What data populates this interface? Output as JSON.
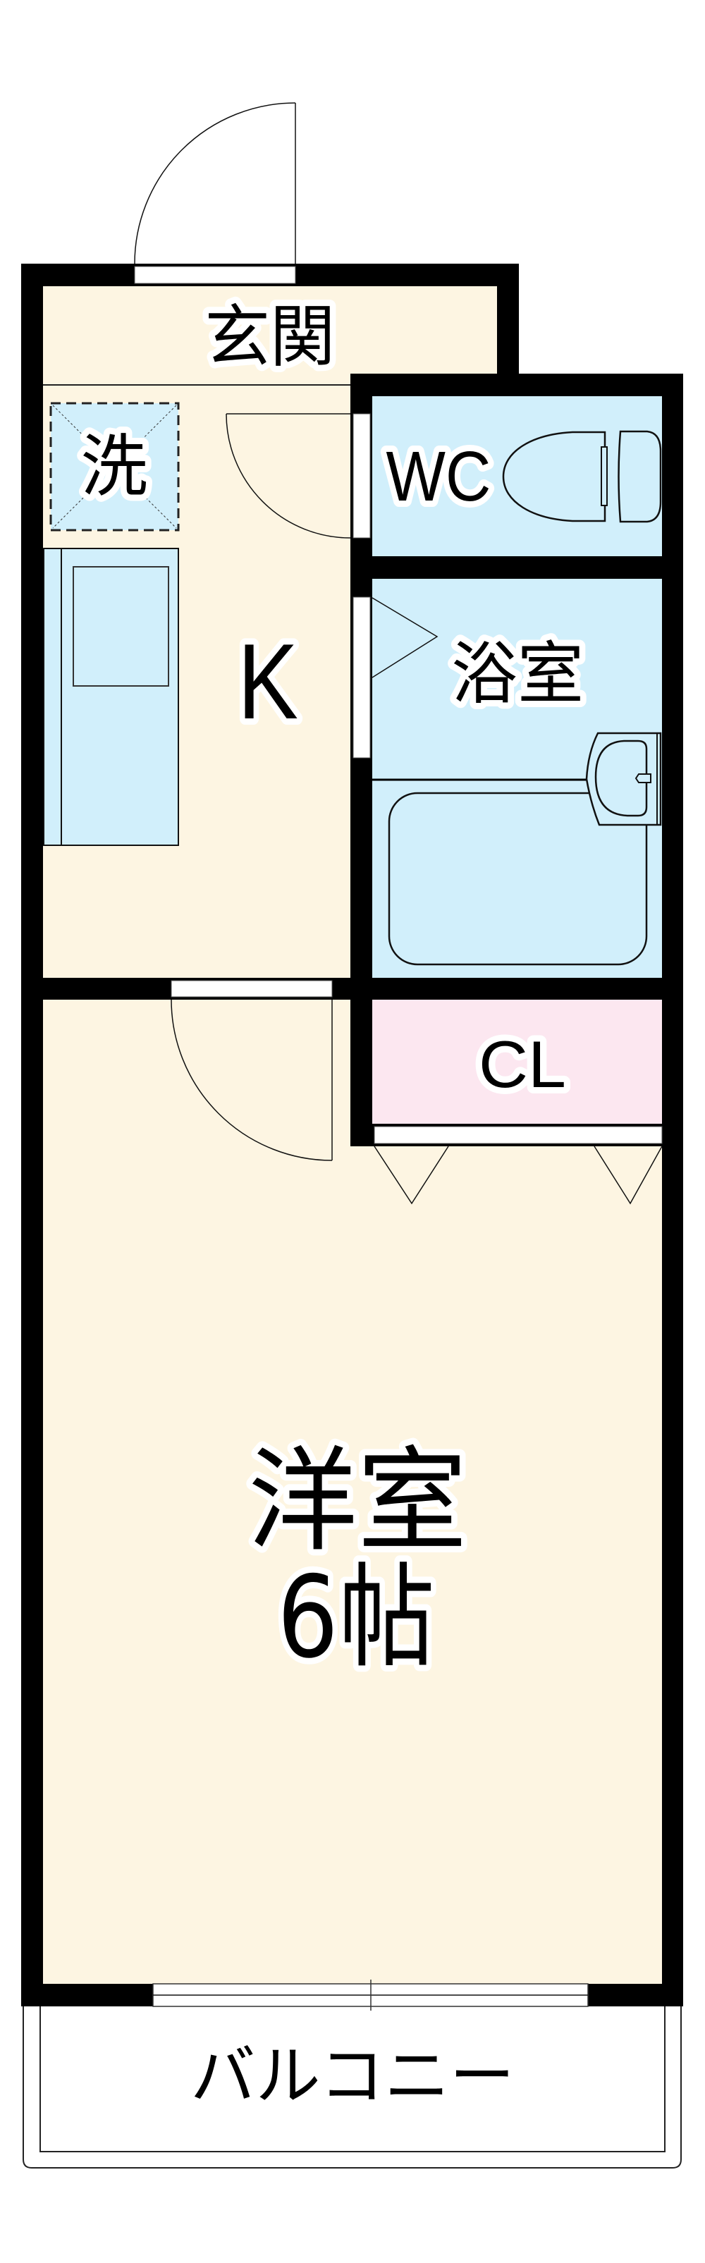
{
  "plan": {
    "labels": {
      "entrance": "玄関",
      "washer": "洗",
      "kitchen": "K",
      "toilet": "WC",
      "bath": "浴室",
      "closet": "CL",
      "bedroom_name": "洋室",
      "bedroom_size": "6帖",
      "balcony": "バルコニー"
    }
  },
  "colors": {
    "floor": "#FDF5E2",
    "wet_area": "#D1EFFB",
    "closet": "#FCE7F0",
    "wall": "#000000"
  }
}
